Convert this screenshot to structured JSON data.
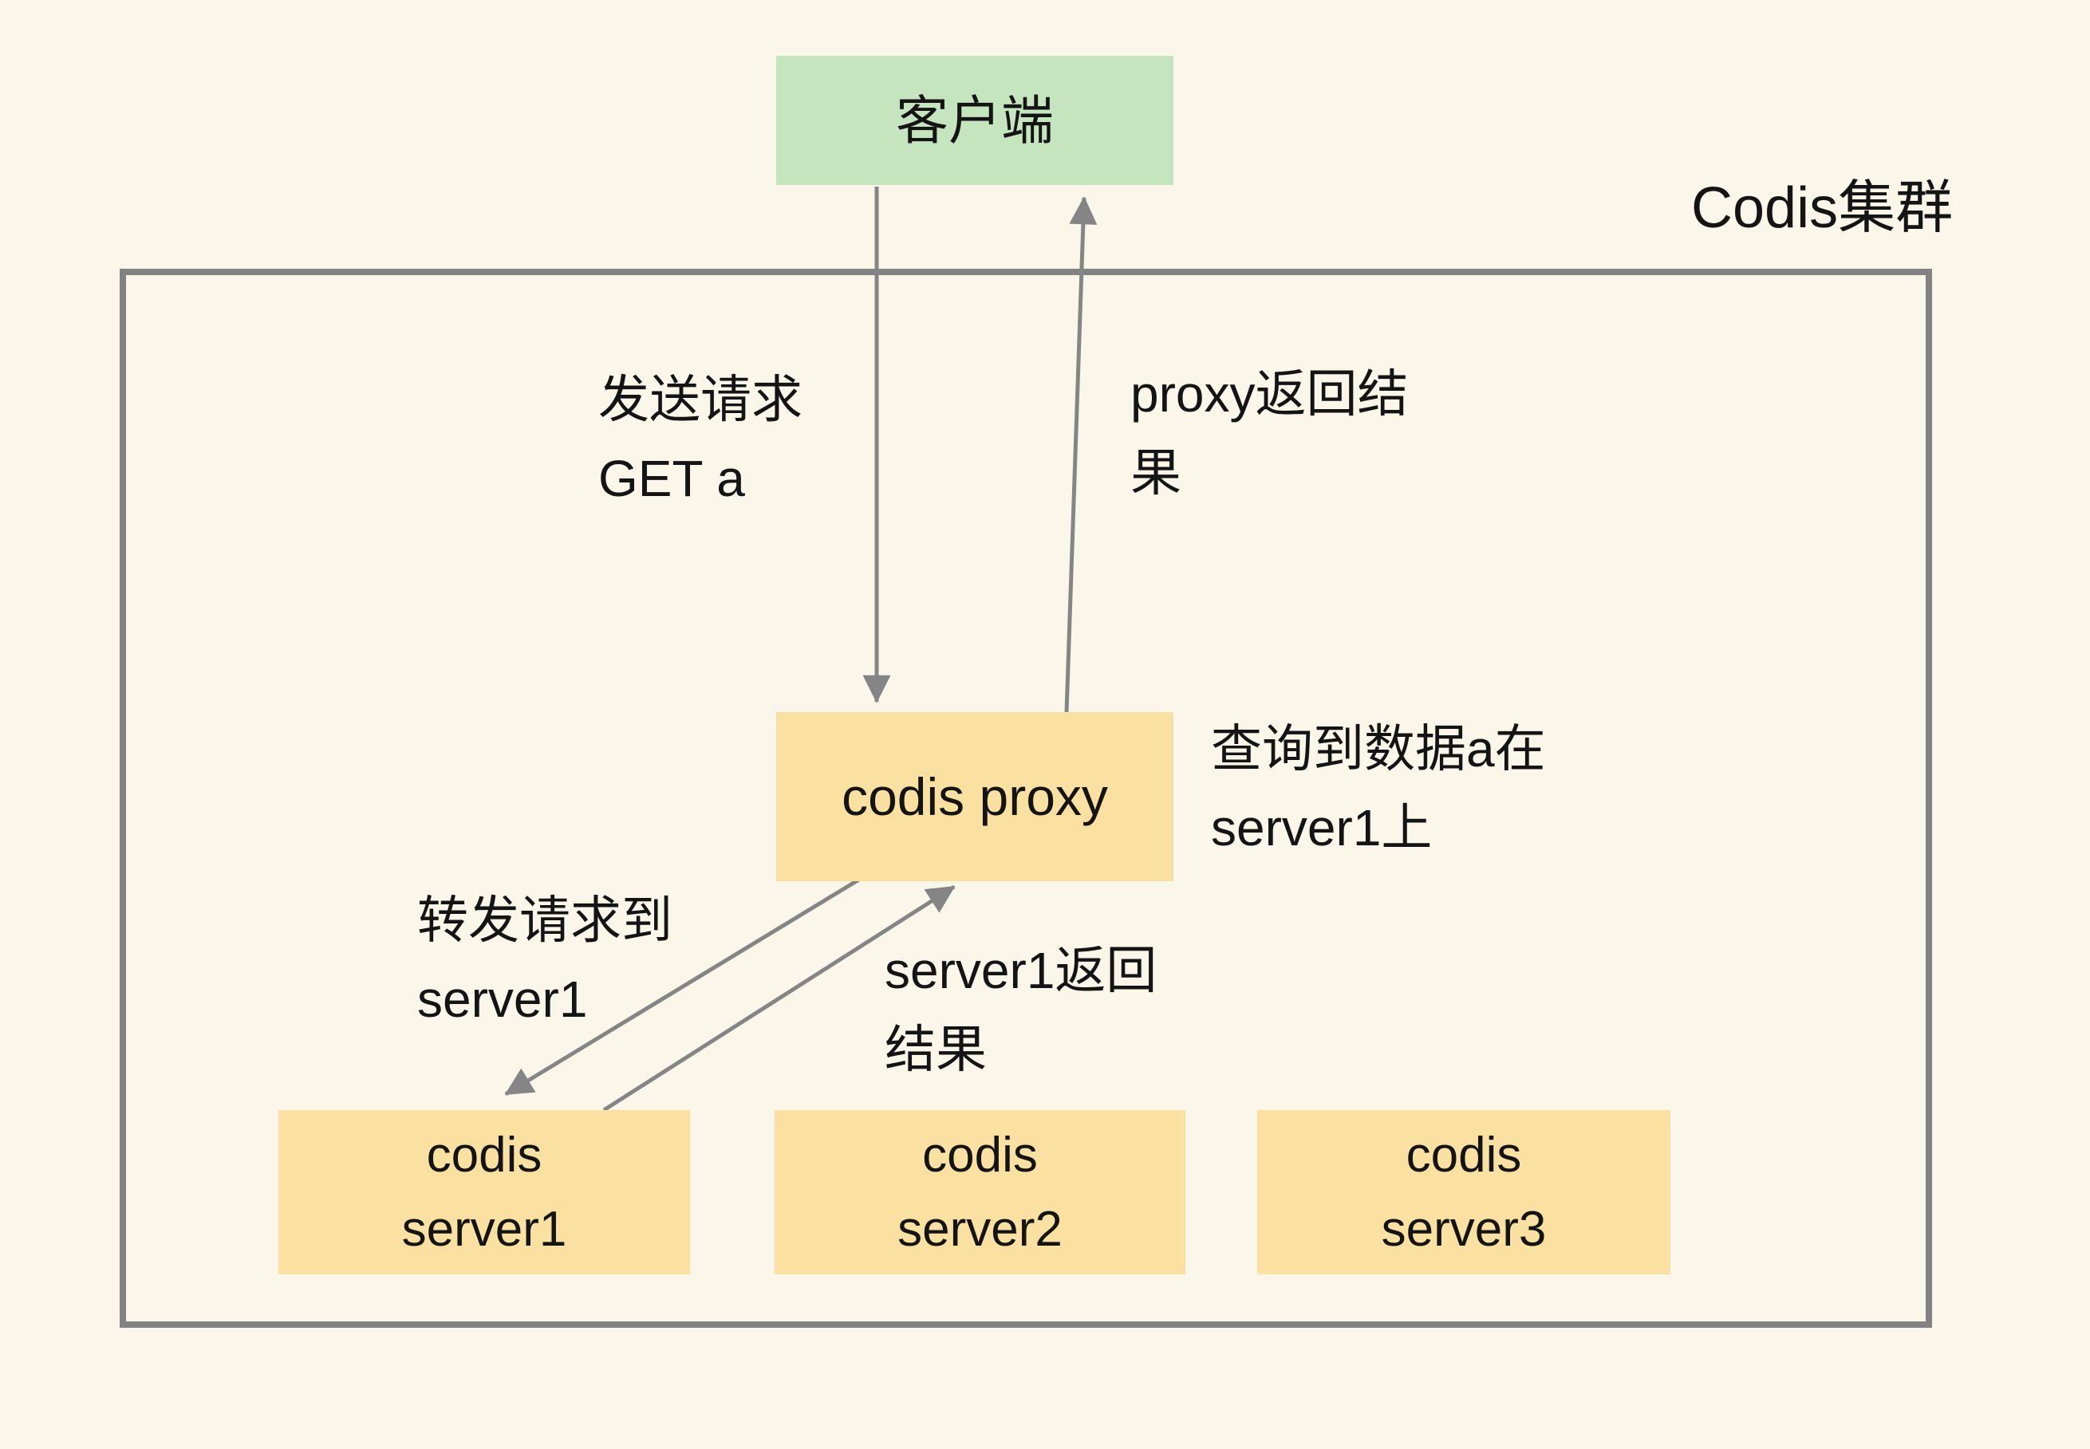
{
  "diagram": {
    "cluster": {
      "label": "Codis集群"
    },
    "nodes": {
      "client": {
        "label": "客户端"
      },
      "proxy": {
        "label": "codis proxy"
      },
      "server1": {
        "label": "codis\nserver1"
      },
      "server2": {
        "label": "codis\nserver2"
      },
      "server3": {
        "label": "codis\nserver3"
      }
    },
    "annotations": {
      "send_request": "发送请求\nGET a",
      "proxy_return": "proxy返回结\n果",
      "query_result": "查询到数据a在\nserver1上",
      "forward_request": "转发请求到\nserver1",
      "server_return": "server1返回\n结果"
    },
    "edges": [
      {
        "from": "client",
        "to": "proxy",
        "label": "发送请求 GET a"
      },
      {
        "from": "proxy",
        "to": "client",
        "label": "proxy返回结果"
      },
      {
        "from": "proxy",
        "to": "server1",
        "label": "转发请求到server1"
      },
      {
        "from": "server1",
        "to": "proxy",
        "label": "server1返回结果"
      }
    ],
    "colors": {
      "background": "#faf6e9",
      "node_green": "#c5e5bf",
      "node_yellow": "#fbe1a1",
      "edge_gray": "#858585",
      "border_gray": "#828282",
      "text": "#141414"
    }
  }
}
